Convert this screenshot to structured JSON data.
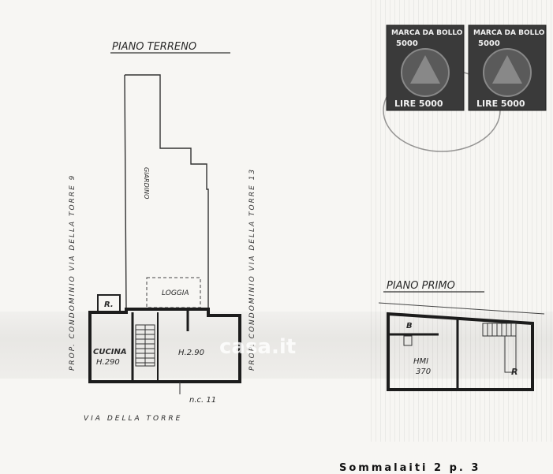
{
  "ground_floor": {
    "title": "PIANO TERRENO",
    "rooms": {
      "garden": "GIARDINO",
      "loggia": "LOGGIA",
      "r": "R.",
      "kitchen": "CUCINA",
      "kitchen_height": "H.290",
      "room_height": "H.2.90"
    },
    "left_label": "PROP. CONDOMINIO VIA DELLA TORRE 9",
    "right_label": "PROP. CONDOMINIO VIA DELLA TORRE 13",
    "street_number": "n.c. 11",
    "street": "VIA DELLA TORRE"
  },
  "first_floor": {
    "title": "PIANO PRIMO",
    "room_label_a": "HMI",
    "room_label_b": "370",
    "b_marker": "B",
    "r_marker": "R"
  },
  "stamps": [
    {
      "top": "MARCA DA BOLLO",
      "value_top": "5000",
      "bottom": "LIRE 5000"
    },
    {
      "top": "MARCA DA BOLLO",
      "value_top": "5000",
      "bottom": "LIRE 5000"
    }
  ],
  "watermark": "casa.it",
  "footer": "Sommalaiti  2 p.  3"
}
